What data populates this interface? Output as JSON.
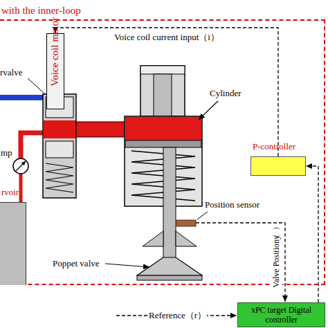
{
  "diagram": {
    "nodes": [
      {
        "text": [
          "with the inner-loop"
        ]
      },
      {
        "text": [
          "Voice coil motor"
        ],
        "in": 0
      },
      {
        "text": [
          "rvoir"
        ],
        "in": 0
      },
      {
        "text": [
          "P-controller"
        ],
        "in": 0
      },
      {
        "text": [
          "xPC target Digital controller"
        ]
      }
    ],
    "edges": [
      {
        "from": 3,
        "to": 1,
        "arrow": "to",
        "label": "Voice coil current input（i）"
      },
      {
        "from": 4,
        "to": 3,
        "arrow": "to"
      }
    ],
    "labels": [
      "rvalve",
      "mp",
      "Cylinder",
      "Position sensor",
      "Poppet valve",
      "Valve Position（y）",
      "Reference（r）"
    ]
  }
}
